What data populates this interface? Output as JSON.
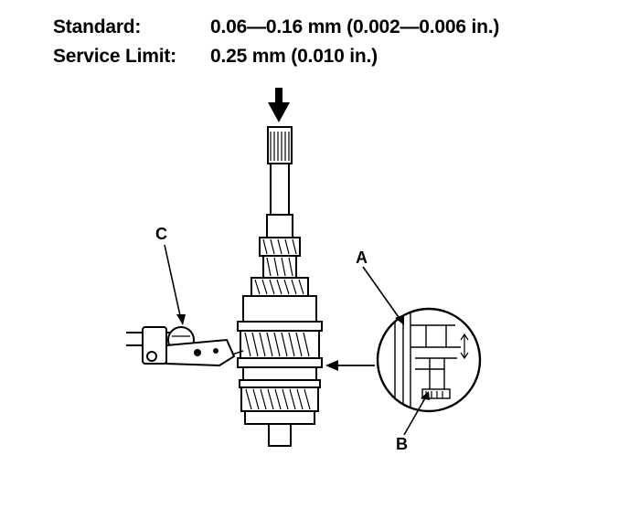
{
  "specs": {
    "standard_label": "Standard:",
    "standard_value": "0.06—0.16 mm (0.002—0.006 in.)",
    "limit_label": "Service Limit:",
    "limit_value": "0.25 mm (0.010 in.)"
  },
  "callouts": {
    "a": "A",
    "b": "B",
    "c": "C"
  }
}
